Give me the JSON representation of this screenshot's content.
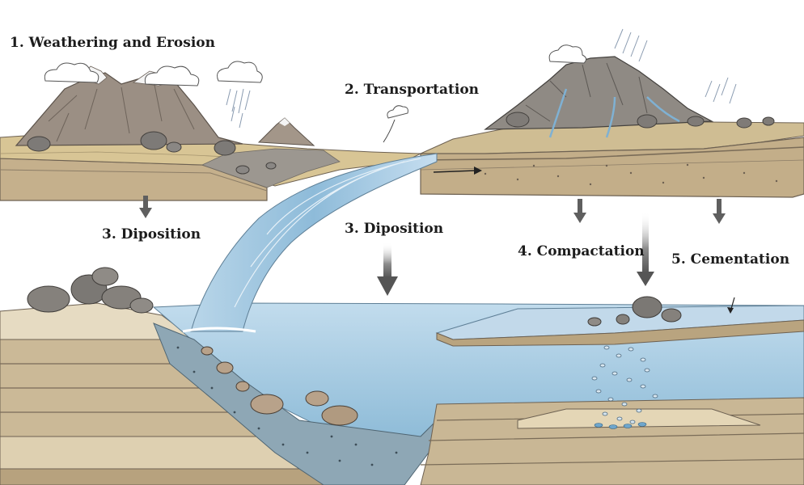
{
  "labels": {
    "weathering": "1. Weathering and Erosion",
    "transportation": "2. Transportation",
    "deposition_left": "3. Diposition",
    "deposition_center": "3. Diposition",
    "compaction": "4. Compactation",
    "cementation": "5. Cementation"
  },
  "colors": {
    "sky": "#ffffff",
    "water": "#a9cde3",
    "water_deep": "#8fbcd8",
    "sediment_tan": "#c9b795",
    "sediment_light": "#e2d6bc",
    "sediment_dark": "#7d7160",
    "rock_grey": "#8e8c8a",
    "mountain": "#9a8e84",
    "snow": "#f4f4f4",
    "grass": "#cdb77f",
    "arrow": "#5f5f5f"
  },
  "icons": [
    "cloud-icon",
    "rain-icon",
    "down-arrow-icon",
    "flow-arrow-icon"
  ]
}
